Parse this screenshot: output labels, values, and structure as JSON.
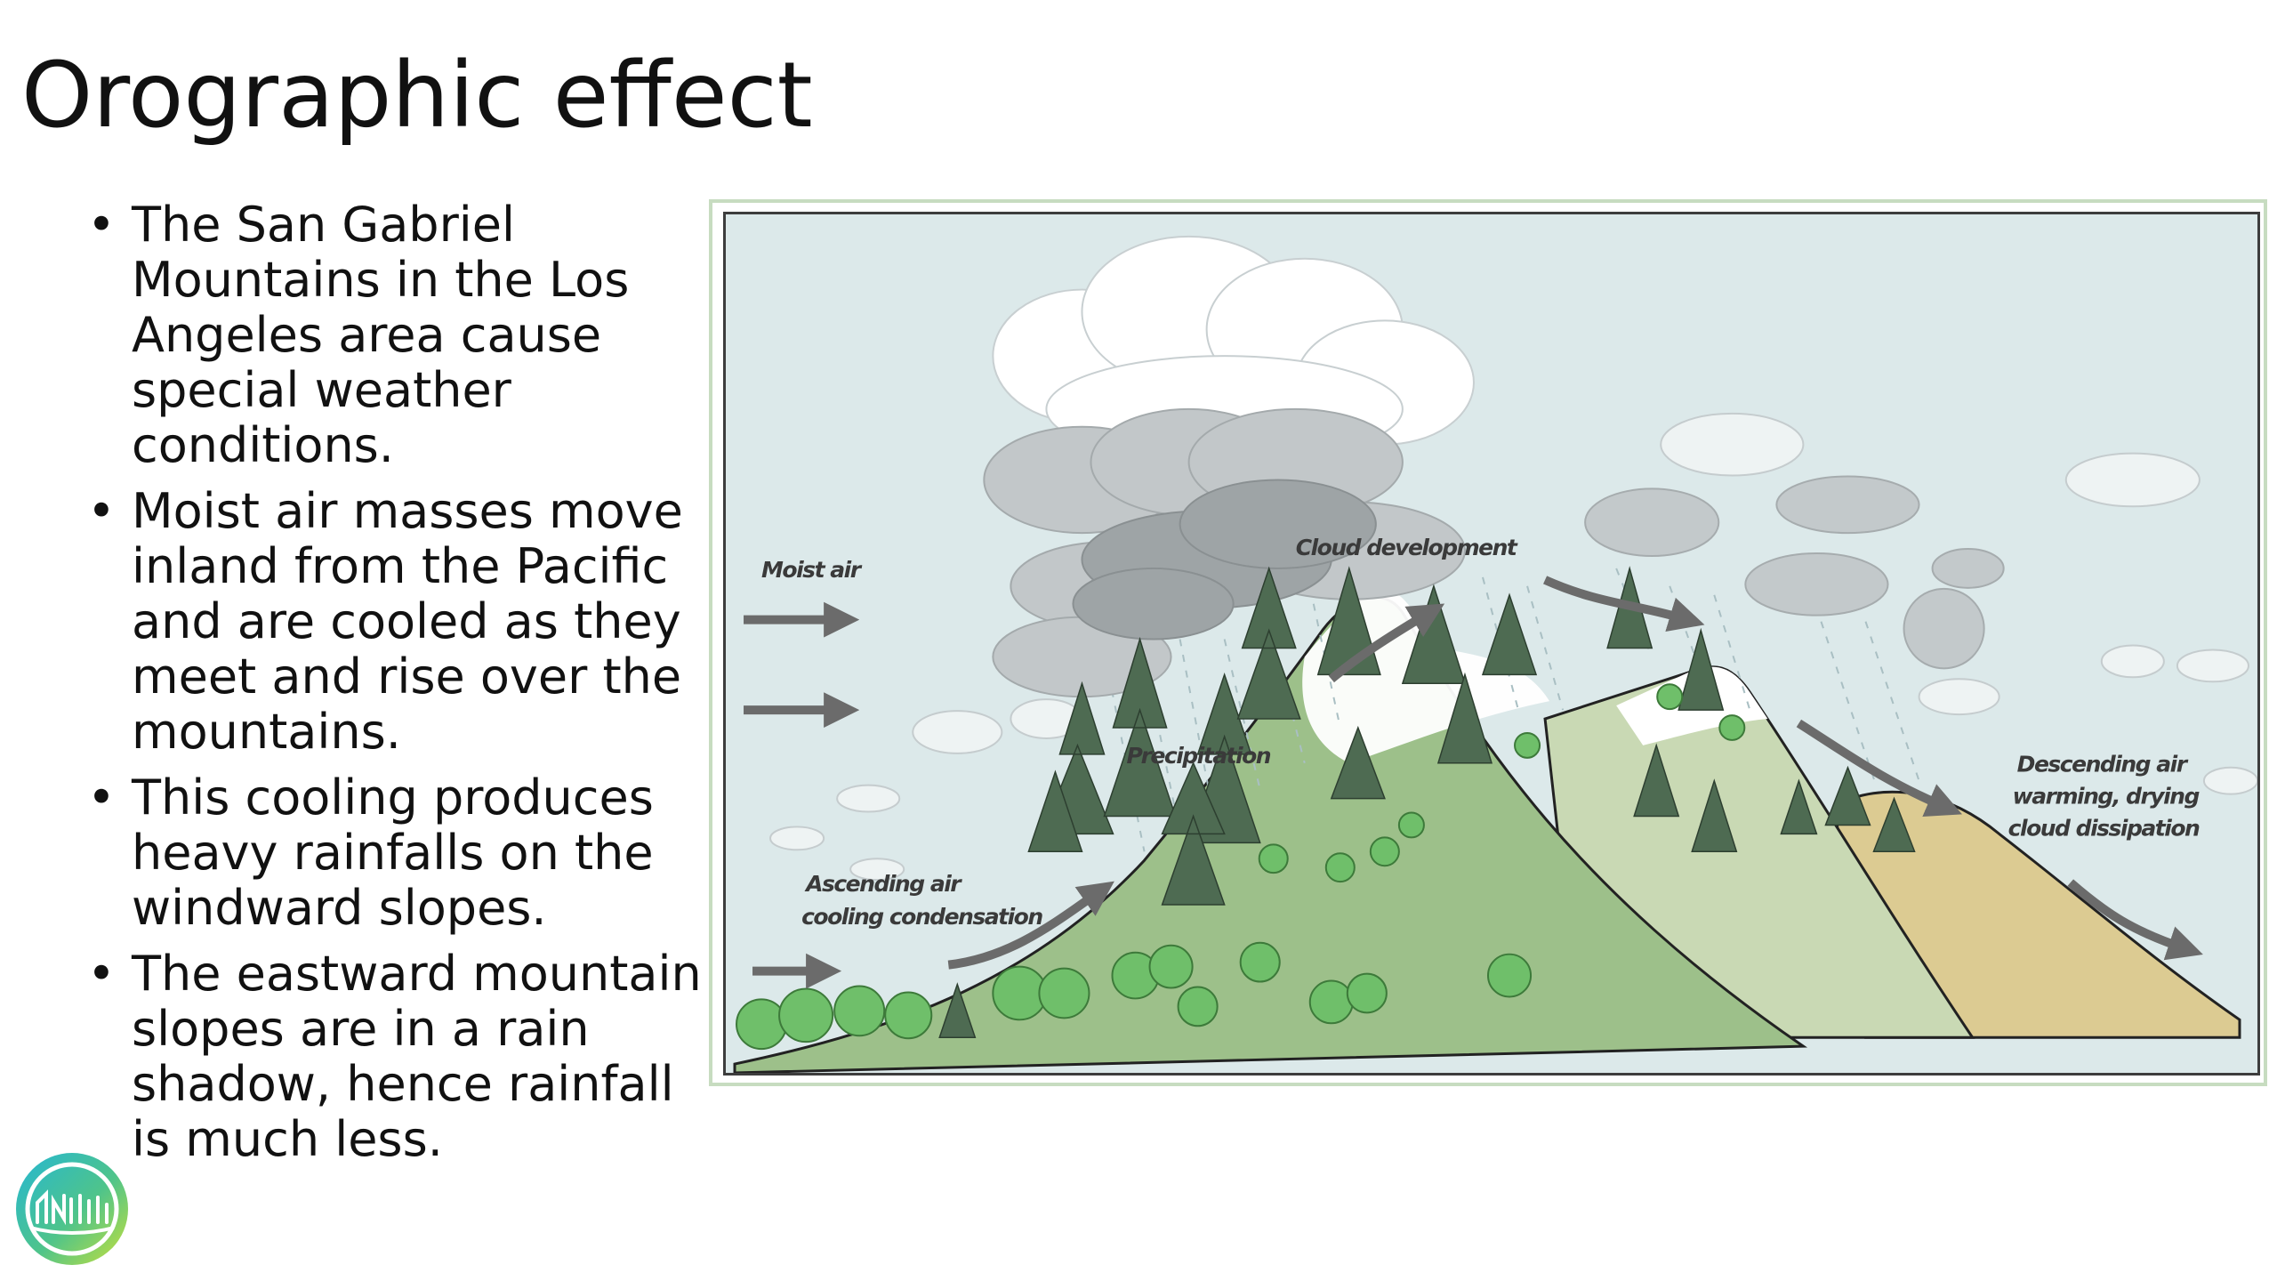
{
  "slide": {
    "title": "Orographic effect",
    "bullets": [
      "The San Gabriel Mountains in the Los Angeles area cause special weather conditions.",
      "Moist air masses move inland from the Pacific and are cooled as they meet and rise over the mountains.",
      "This cooling produces heavy rainfalls on the windward slopes.",
      "The eastward mountain slopes are in a rain shadow, hence rainfall is much less."
    ],
    "bullet_glyph": "•"
  },
  "diagram": {
    "labels": {
      "moist_air": "Moist air",
      "cloud_development": "Cloud development",
      "precipitation": "Precipitation",
      "ascending_line1": "Ascending air",
      "ascending_line2": "cooling condensation",
      "descending_line1": "Descending air",
      "descending_line2": "warming, drying",
      "descending_line3": "cloud dissipation"
    },
    "colors": {
      "sky": "#dce9ea",
      "windward_slope": "#9dc08a",
      "far_slope": "#c9d9b4",
      "lee_slope": "#dccb92",
      "snow": "#ffffff",
      "arrow": "#6b6b6b",
      "tree": "#4e6b52",
      "shrub": "#6fbf6a"
    }
  },
  "logo": {
    "icon": "logo-icon"
  }
}
